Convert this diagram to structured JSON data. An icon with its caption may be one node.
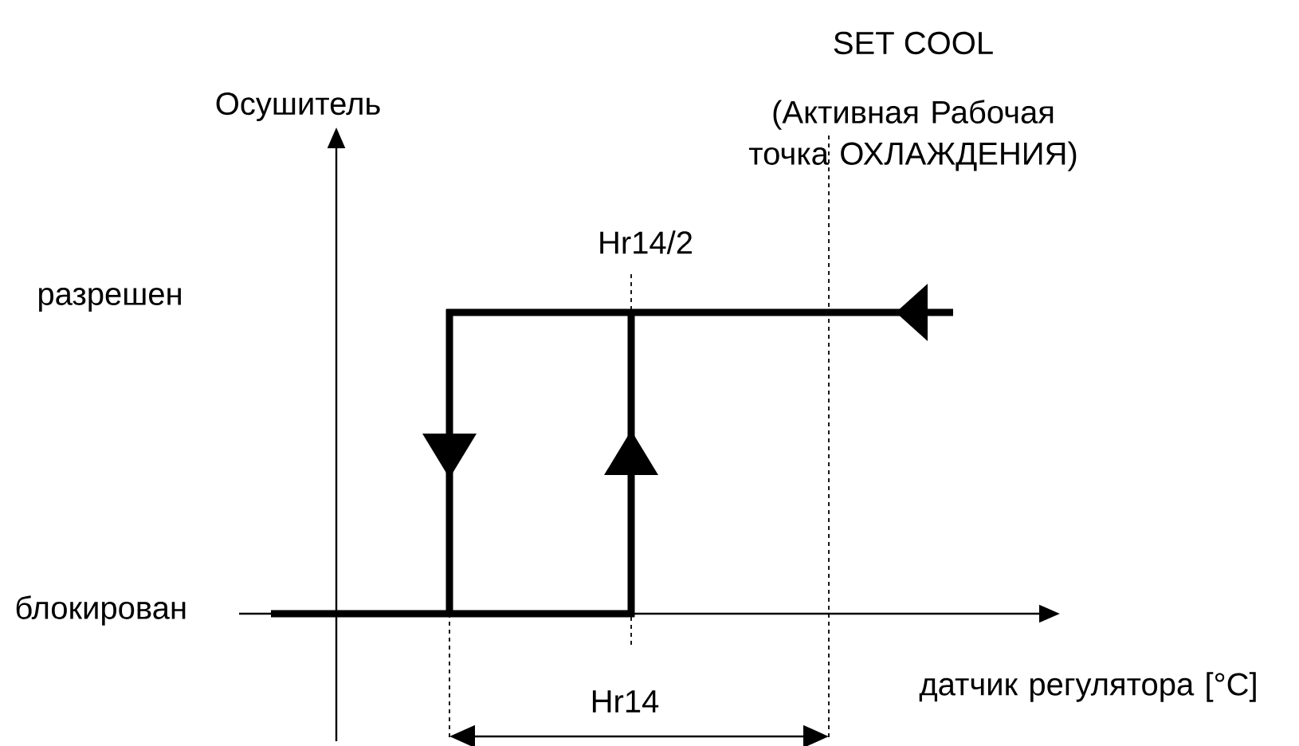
{
  "diagram": {
    "labels": [
      "SET COOL",
      "(Активная Рабочая точка ОХЛАЖДЕНИЯ)",
      "Осушитель",
      "Hr14/2",
      "разрешен",
      "блокирован",
      "датчик регулятора [°C]",
      "Hr14"
    ]
  }
}
